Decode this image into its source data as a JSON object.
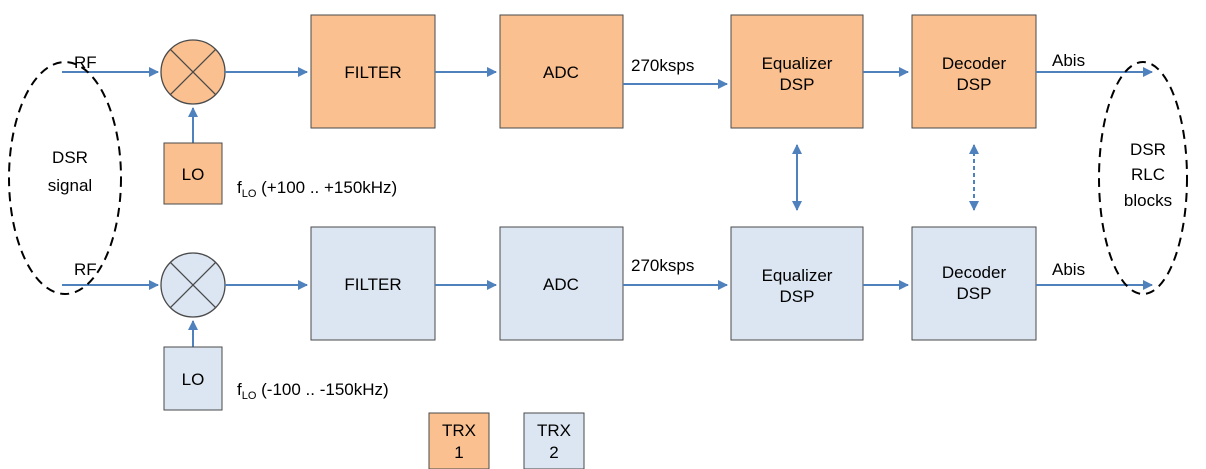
{
  "colors": {
    "trx1_fill": "#fac090",
    "trx2_fill": "#dce6f2",
    "block_stroke": "#4a4a4a",
    "arrow": "#4f81bd",
    "dash": "#000000"
  },
  "left_group": {
    "label_line1": "DSR",
    "label_line2": "signal"
  },
  "right_group": {
    "label_line1": "DSR",
    "label_line2": "RLC",
    "label_line3": "blocks"
  },
  "chain1": {
    "input_label": "RF",
    "mixer": "mixer-icon",
    "lo_label": "LO",
    "lo_freq_prefix": "f",
    "lo_freq_sub": "LO",
    "lo_freq_range": " (+100 .. +150kHz)",
    "filter_label": "FILTER",
    "adc_label": "ADC",
    "rate_label": "270ksps",
    "equalizer_line1": "Equalizer",
    "equalizer_line2": "DSP",
    "decoder_line1": "Decoder",
    "decoder_line2": "DSP",
    "output_label": "Abis"
  },
  "chain2": {
    "input_label": "RF",
    "mixer": "mixer-icon",
    "lo_label": "LO",
    "lo_freq_prefix": "f",
    "lo_freq_sub": "LO",
    "lo_freq_range": " (-100 .. -150kHz)",
    "filter_label": "FILTER",
    "adc_label": "ADC",
    "rate_label": "270ksps",
    "equalizer_line1": "Equalizer",
    "equalizer_line2": "DSP",
    "decoder_line1": "Decoder",
    "decoder_line2": "DSP",
    "output_label": "Abis"
  },
  "legend": {
    "trx1_line1": "TRX",
    "trx1_line2": "1",
    "trx2_line1": "TRX",
    "trx2_line2": "2"
  }
}
